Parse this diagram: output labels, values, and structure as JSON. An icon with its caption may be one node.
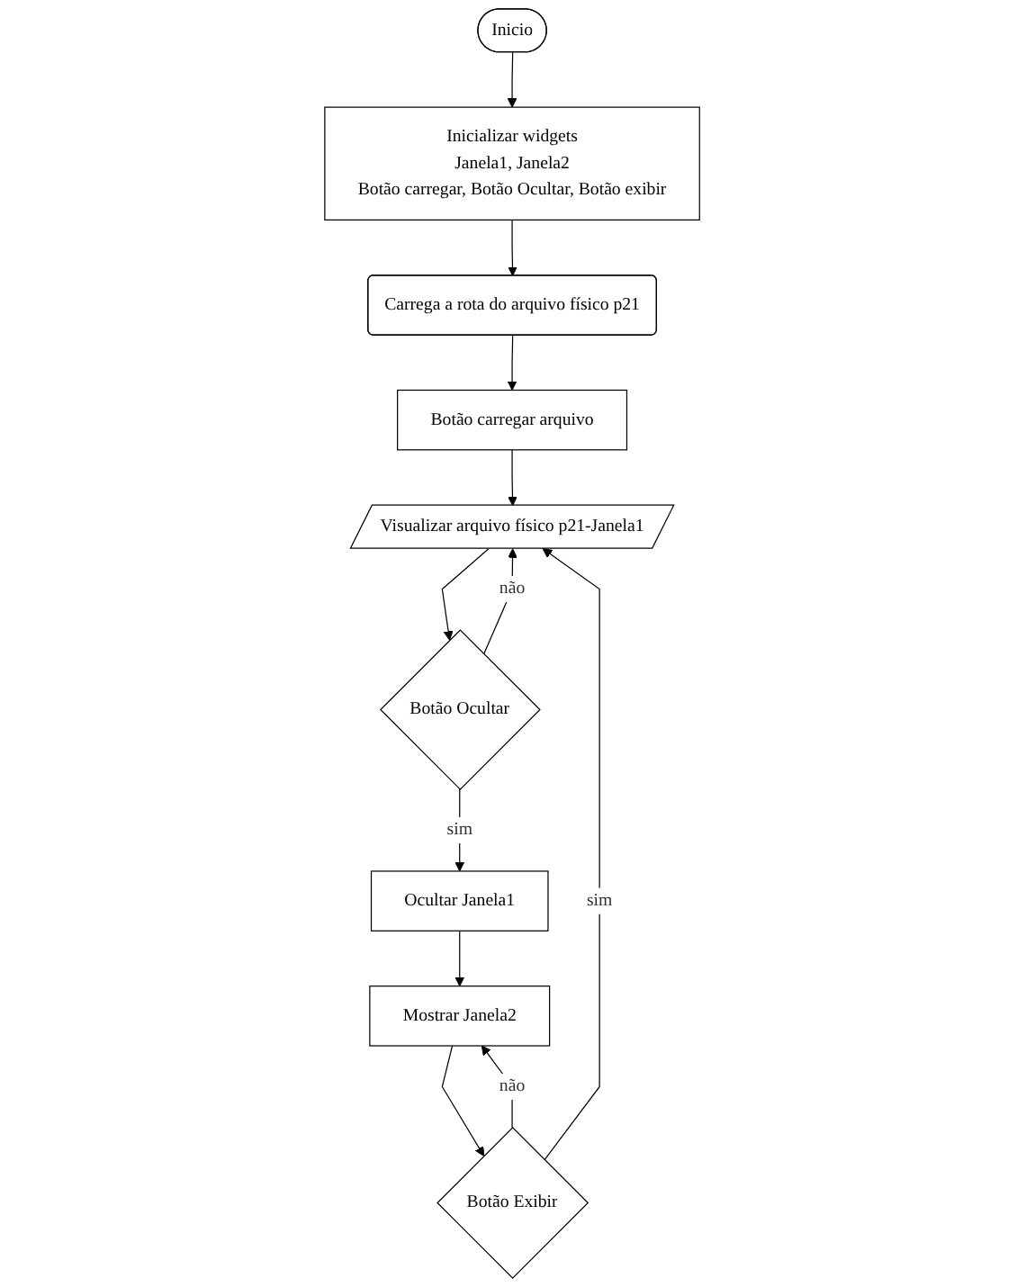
{
  "diagram": {
    "nodes": [
      {
        "text": [
          "Inicio"
        ]
      },
      {
        "text": [
          "Inicializar widgets",
          "Janela1, Janela2",
          "Botão carregar, Botão Ocultar, Botão exibir"
        ]
      },
      {
        "text": [
          "Carrega a rota do arquivo físico p21"
        ]
      },
      {
        "text": [
          "Botão carregar arquivo"
        ]
      },
      {
        "text": [
          "Visualizar arquivo físico p21-Janela1"
        ]
      },
      {
        "text": [
          "Botão Ocultar"
        ]
      },
      {
        "text": [
          "Ocultar Janela1"
        ]
      },
      {
        "text": [
          "Mostrar Janela2"
        ]
      },
      {
        "text": [
          "Botão Exibir"
        ]
      }
    ],
    "edges": [
      {
        "from": 0,
        "to": 1,
        "arrow": "to"
      },
      {
        "from": 1,
        "to": 2,
        "arrow": "to"
      },
      {
        "from": 2,
        "to": 3,
        "arrow": "to"
      },
      {
        "from": 3,
        "to": 4,
        "arrow": "to"
      },
      {
        "from": 4,
        "to": 5,
        "arrow": "to"
      },
      {
        "from": 5,
        "to": 6,
        "arrow": "to",
        "label": "sim"
      },
      {
        "from": 5,
        "to": 4,
        "arrow": "to",
        "label": "não"
      },
      {
        "from": 6,
        "to": 7,
        "arrow": "to"
      },
      {
        "from": 7,
        "to": 8,
        "arrow": "to"
      },
      {
        "from": 8,
        "to": 7,
        "arrow": "to",
        "label": "não"
      },
      {
        "from": 8,
        "to": 4,
        "arrow": "to",
        "label": "sim"
      }
    ]
  }
}
